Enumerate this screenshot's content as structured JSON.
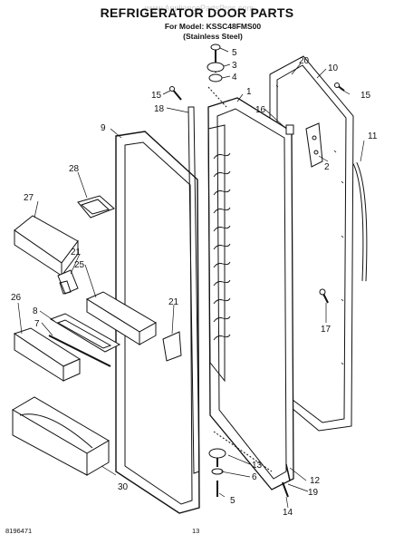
{
  "title": "REFRIGERATOR DOOR PARTS",
  "watermark": "www.AppliancePartsPros.com",
  "model_line": "For Model: KSSC48FMS00",
  "finish_line": "(Stainless Steel)",
  "footer_doc": "8196471",
  "footer_page": "13",
  "callouts": [
    "5",
    "3",
    "4",
    "20",
    "10",
    "15",
    "15",
    "18",
    "1",
    "16",
    "9",
    "2",
    "11",
    "28",
    "27",
    "21",
    "25",
    "17",
    "26",
    "8",
    "7",
    "21",
    "13",
    "6",
    "12",
    "19",
    "5",
    "14",
    "30"
  ]
}
